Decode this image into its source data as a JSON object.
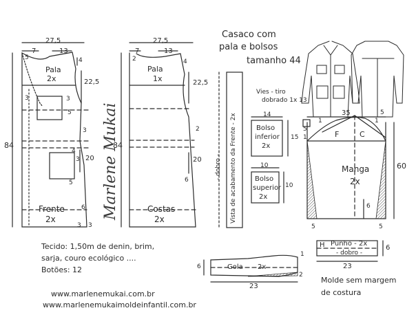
{
  "title": [
    "Casaco com",
    "pala e bolsos",
    "tamanho 44"
  ],
  "colors": {
    "ink": "#2a2a2a",
    "hatch": "#555555"
  },
  "front": {
    "width": "27,5",
    "shoulder_a": "7",
    "shoulder_b": "13",
    "neck_drop": "5",
    "pala_label": "Pala",
    "pala_qty": "2x",
    "armhole_depth": "22,5",
    "shoulder_slope": "4",
    "pocket_top": "3",
    "pocket_offset_a": "3",
    "pocket_offset_b": "5",
    "length": "84",
    "waist_dim": "20",
    "hem_dim": "3",
    "lower_pocket_a": "4",
    "lower_pocket_b": "3",
    "lower_pocket_c": "5",
    "bottom_dim": "6",
    "label": "Frente",
    "qty": "2x",
    "hem_a": "3",
    "hem_b": "3"
  },
  "back": {
    "width": "27,5",
    "shoulder_a": "7",
    "shoulder_b": "13",
    "neck_drop": "2",
    "pala_label": "Pala",
    "pala_qty": "1x",
    "shoulder_slope": "4",
    "armhole_depth": "22,5",
    "length": "84",
    "dim_20": "20",
    "dim_6": "6",
    "dim_2": "2",
    "label": "Costas",
    "qty": "2x"
  },
  "signature": "Marlene Mukai",
  "facing": {
    "label": "Vista de acabamento da Frente - 2x",
    "fold": "- dobro -"
  },
  "vest_note": [
    "Vies - tiro",
    "dobrado 1x 13"
  ],
  "bolso_inferior": {
    "label": [
      "Bolso",
      "inferior",
      "2x"
    ],
    "w": "14",
    "h": "15"
  },
  "bolso_superior": {
    "label": [
      "Bolso",
      "superior",
      "2x"
    ],
    "w": "10",
    "h": "10"
  },
  "sleeve": {
    "width": "35",
    "top_dim": "5",
    "cap_a": "1",
    "cap_b": "1",
    "cap_c": "1",
    "front": "F",
    "back": "C",
    "label": "Manga",
    "qty": "2x",
    "length": "60",
    "cuff_width": "6",
    "bottom_a": "5",
    "bottom_b": "5",
    "tick": "5"
  },
  "cuff": {
    "label": "Punho - 2x",
    "fold": "- dobro -",
    "corner": "H",
    "w": "23",
    "h": "6"
  },
  "collar": {
    "label": "Gola",
    "qty": "2x",
    "w": "23",
    "end_a": "1",
    "end_b": "2",
    "left": "6"
  },
  "fabric_note": [
    "Tecido: 1,50m de denin, brim,",
    "sarja, couro ecológico ....",
    "Botões: 12"
  ],
  "seam_note": [
    "Molde sem margem",
    "de costura"
  ],
  "urls": [
    "www.marlenemukai.com.br",
    "www.marlenemukaimoldeinfantil.com.br"
  ]
}
